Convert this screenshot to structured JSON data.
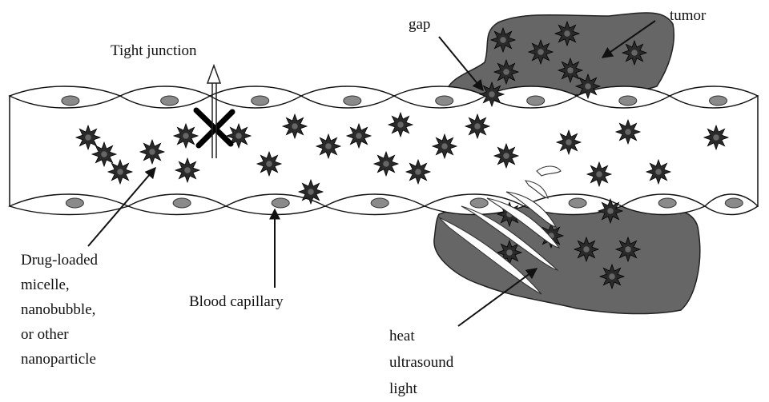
{
  "labels": {
    "tight_junction": "Tight junction",
    "gap": "gap",
    "tumor": "tumor",
    "blood_capillary": "Blood capillary",
    "nanoparticle_lines": [
      "Drug-loaded",
      "micelle,",
      "nanobubble,",
      "or other",
      "nanoparticle"
    ],
    "trigger_lines": [
      "heat",
      "ultrasound",
      "light"
    ]
  },
  "colors": {
    "tumor": "#666666",
    "particle": "#2a2a2a",
    "nucleus": "#8a8a8a",
    "line": "#111111"
  }
}
